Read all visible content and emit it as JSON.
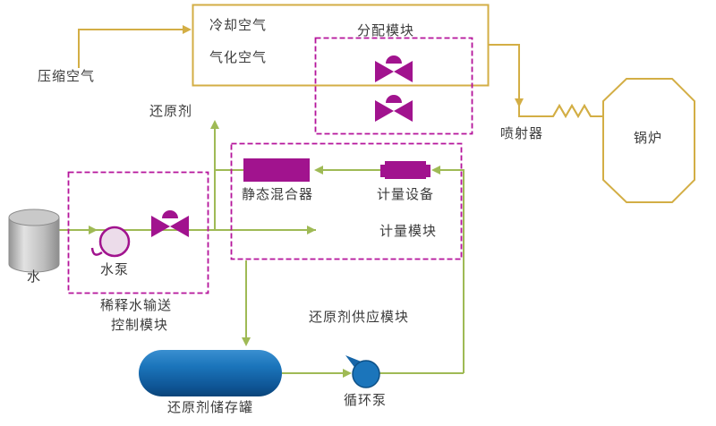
{
  "diagram": {
    "labels": {
      "compressed_air": "压缩空气",
      "cooling_air": "冷却空气",
      "atomizing_air": "气化空气",
      "distribution_module": "分配模块",
      "reducing_agent": "还原剂",
      "injector": "喷射器",
      "boiler": "锅炉",
      "static_mixer": "静态混合器",
      "metering_device": "计量设备",
      "metering_module": "计量模块",
      "water": "水",
      "water_pump": "水泵",
      "dilution_module_line1": "稀释水输送",
      "dilution_module_line2": "控制模块",
      "supply_module": "还原剂供应模块",
      "storage_tank": "还原剂储存罐",
      "circulation_pump": "循环泵"
    },
    "colors": {
      "air_line": "#d3ae45",
      "liquid_line": "#9fba55",
      "equipment_magenta": "#a1138e",
      "module_border": "#b5149b",
      "tank_blue": "#1b75bb",
      "text": "#3b3b3b"
    }
  }
}
